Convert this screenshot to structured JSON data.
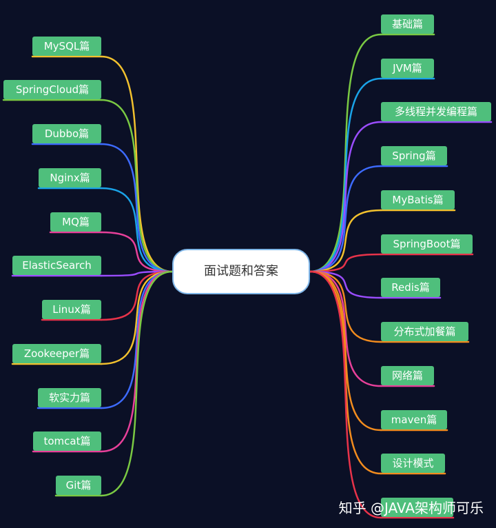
{
  "center": {
    "label": "面试题和答案"
  },
  "left_topics": [
    {
      "label": "MySQL篇",
      "color": "#f2c12e"
    },
    {
      "label": "SpringCloud篇",
      "color": "#7ac943"
    },
    {
      "label": "Dubbo篇",
      "color": "#3d6bff"
    },
    {
      "label": "Nginx篇",
      "color": "#1aa3e8"
    },
    {
      "label": "MQ篇",
      "color": "#e8409a"
    },
    {
      "label": "ElasticSearch",
      "color": "#9b4dff"
    },
    {
      "label": "Linux篇",
      "color": "#e8334a"
    },
    {
      "label": "Zookeeper篇",
      "color": "#f2c12e"
    },
    {
      "label": "软实力篇",
      "color": "#3d6bff"
    },
    {
      "label": "tomcat篇",
      "color": "#e8409a"
    },
    {
      "label": "Git篇",
      "color": "#7ac943"
    }
  ],
  "right_topics": [
    {
      "label": "基础篇",
      "color": "#7ac943"
    },
    {
      "label": "JVM篇",
      "color": "#1aa3e8"
    },
    {
      "label": "多线程并发编程篇",
      "color": "#9b4dff"
    },
    {
      "label": "Spring篇",
      "color": "#3d6bff"
    },
    {
      "label": "MyBatis篇",
      "color": "#f2c12e"
    },
    {
      "label": "SpringBoot篇",
      "color": "#e8334a"
    },
    {
      "label": "Redis篇",
      "color": "#9b4dff"
    },
    {
      "label": "分布式加餐篇",
      "color": "#f28c1e"
    },
    {
      "label": "网络篇",
      "color": "#e8409a"
    },
    {
      "label": "maven篇",
      "color": "#f28c1e"
    },
    {
      "label": "设计模式",
      "color": "#f28c1e"
    },
    {
      "label": "",
      "color": "#e8334a"
    }
  ],
  "watermark": "知乎 @JAVA架构师可乐"
}
